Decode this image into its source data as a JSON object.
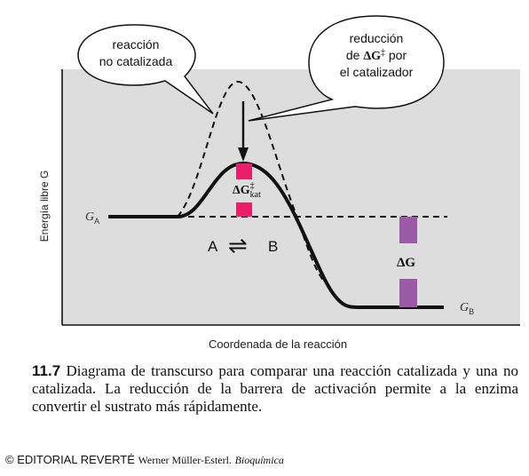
{
  "diagram": {
    "y_axis_label": "Energía libre G",
    "x_axis_label": "Coordenada de la reacción",
    "label_ga": "G",
    "label_ga_sub": "A",
    "label_gb": "G",
    "label_gb_sub": "B",
    "bubble_uncatalyzed": [
      "reacción",
      "no catalizada"
    ],
    "bubble_reduction": {
      "line1": "reducción",
      "line2_pre": "de ",
      "line2_sym": "ΔG",
      "line2_sup": "‡",
      "line2_post": " por",
      "line3": "el catalizador"
    },
    "activation_label": {
      "sym": "ΔG",
      "sup": "‡",
      "sub": "kat"
    },
    "equilibrium": {
      "left": "A",
      "arrow": "⇌",
      "right": "B"
    },
    "delta_g_label": "ΔG",
    "colors": {
      "plot_background": "#dddddd",
      "activation_bar": "#e8206a",
      "delta_g_bar": "#9a5aa6",
      "curve": "#111111"
    }
  },
  "caption": {
    "number": "11.7",
    "text": "Diagrama de transcurso para comparar una reacción catalizada y una no catalizada. La reducción de la barrera de activación permite a la enzima convertir el sustrato más rápidamente."
  },
  "credit": {
    "publisher": "© EDITORIAL REVERTÉ",
    "author": "Werner Müller-Esterl.",
    "book": "Bioquímica"
  }
}
